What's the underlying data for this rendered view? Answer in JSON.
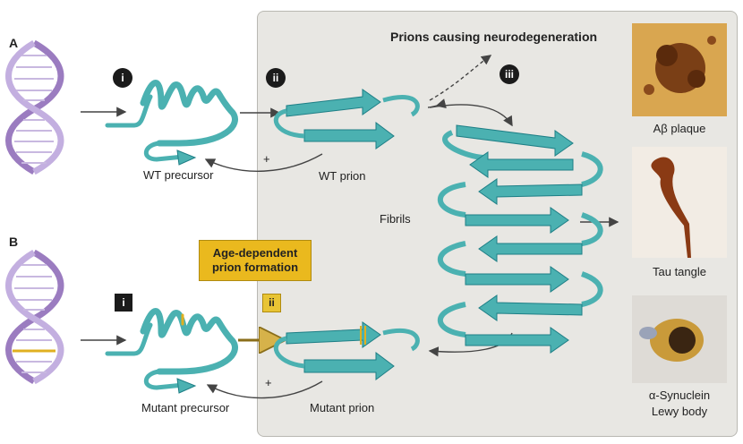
{
  "title": "Prions causing neurodegeneration",
  "sections": {
    "a": "A",
    "b": "B"
  },
  "badges": {
    "top_i": "i",
    "top_ii": "ii",
    "top_iii": "iii",
    "bottom_i": "i",
    "bottom_ii": "ii"
  },
  "labels": {
    "wt_precursor": "WT precursor",
    "wt_prion": "WT prion",
    "mutant_precursor": "Mutant precursor",
    "mutant_prion": "Mutant prion",
    "fibrils": "Fibrils",
    "plus_top": "+",
    "plus_bottom": "+"
  },
  "age_box": {
    "line1": "Age-dependent",
    "line2": "prion formation"
  },
  "images": {
    "ab_plaque": "Aβ plaque",
    "tau_tangle": "Tau tangle",
    "syn_line1": "α-Synuclein",
    "syn_line2": "Lewy body"
  },
  "colors": {
    "strand": "#4bb1b1",
    "strand_dark": "#1e7f86",
    "dna": "#9b7cc0",
    "mutation": "#e0b020"
  }
}
